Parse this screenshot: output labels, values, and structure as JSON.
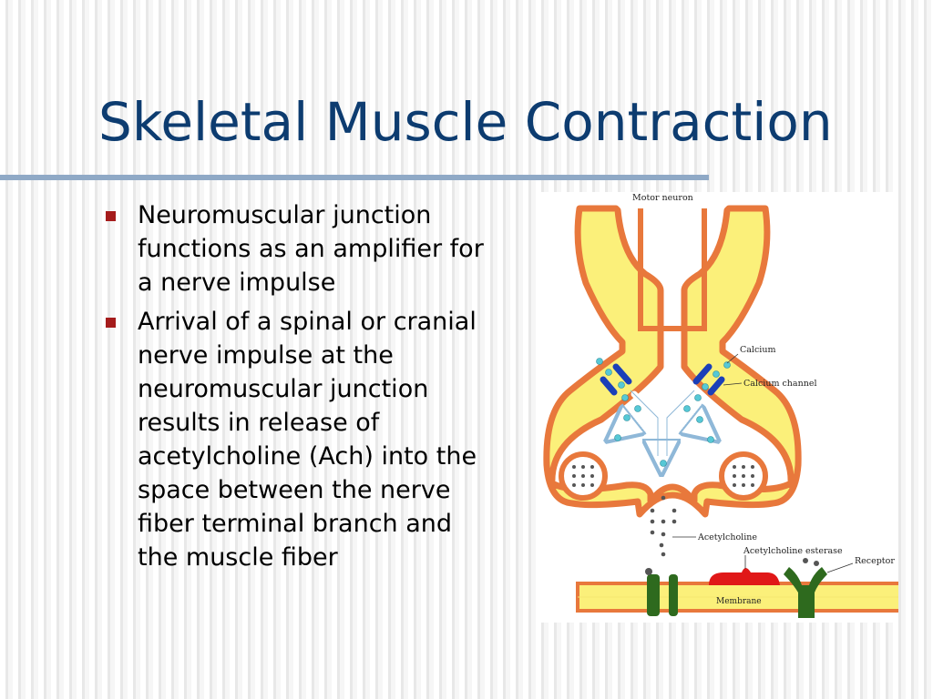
{
  "slide": {
    "title": "Skeletal Muscle Contraction",
    "bullets": [
      {
        "text": "Neuromuscular junction functions as an amplifier for a nerve impulse"
      },
      {
        "text": "Arrival of a spinal or cranial nerve impulse at the neuromuscular junction results in release of acetylcholine (Ach) into the space between the nerve fiber terminal branch and the muscle fiber"
      }
    ]
  },
  "figure": {
    "labels": {
      "motor_neuron": "Motor neuron",
      "calcium": "Calcium",
      "calcium_channel": "Calcium channel",
      "acetylcholine": "Acetylcholine",
      "acetylcholine_esterase": "Acetylcholine esterase",
      "receptor": "Receptor",
      "membrane": "Membrane"
    }
  },
  "colors": {
    "title": "#0d3c70",
    "rule": "#8fa9c6",
    "bullet": "#a51c1c",
    "neuron_fill": "#fbf07a",
    "neuron_outline": "#e8783c",
    "channel": "#1b3fb8",
    "calcium": "#56c8d6",
    "receptor": "#2e6a1e",
    "esterase": "#e01818"
  }
}
